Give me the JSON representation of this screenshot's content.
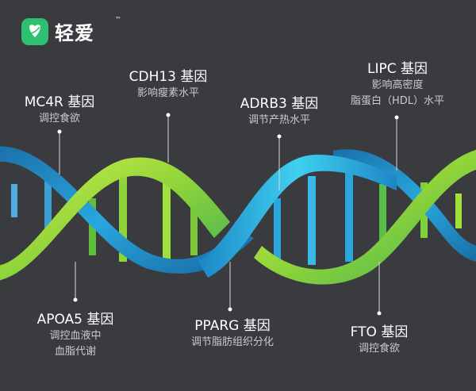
{
  "brand": {
    "name": "轻爱",
    "tm": "™"
  },
  "colors": {
    "background": "#3a3b3f",
    "green": "#9fe03a",
    "blue": "#1f8fcf",
    "brand_green": "#2fbf71"
  },
  "genes": [
    {
      "name": "MC4R 基因",
      "desc": [
        "调控食欲"
      ]
    },
    {
      "name": "CDH13 基因",
      "desc": [
        "影响瘦素水平"
      ]
    },
    {
      "name": "ADRB3 基因",
      "desc": [
        "调节产热水平"
      ]
    },
    {
      "name": "LIPC 基因",
      "desc": [
        "影响高密度",
        "脂蛋白（HDL）水平"
      ]
    },
    {
      "name": "APOA5 基因",
      "desc": [
        "调控血液中",
        "血脂代谢"
      ]
    },
    {
      "name": "PPARG 基因",
      "desc": [
        "调节脂肪组织分化"
      ]
    },
    {
      "name": "FTO 基因",
      "desc": [
        "调控食欲"
      ]
    }
  ]
}
